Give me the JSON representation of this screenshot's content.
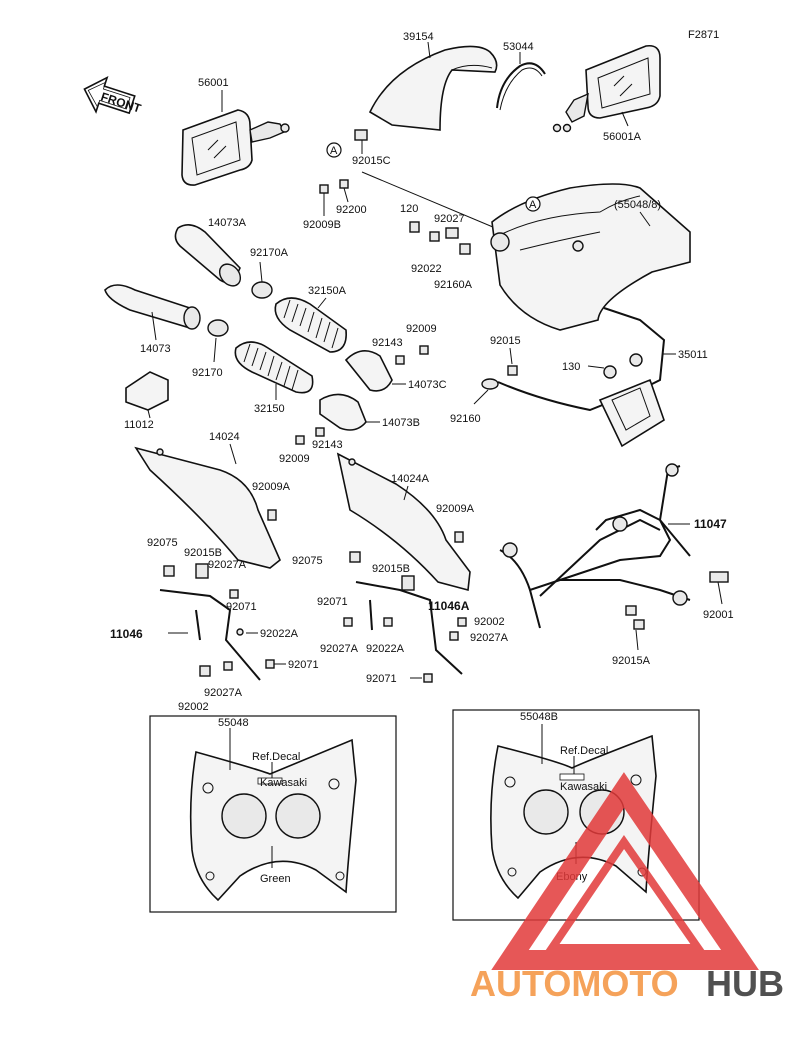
{
  "figure_code": "F2871",
  "front_label": "FRONT",
  "ref_circle": "A",
  "parts": {
    "p39154": "39154",
    "p53044": "53044",
    "p56001": "56001",
    "p56001A": "56001A",
    "p92015C": "92015C",
    "p92200": "92200",
    "p92009B": "92009B",
    "p120": "120",
    "p92027": "92027",
    "p55048_8": "(55048/8)",
    "p92022": "92022",
    "p92160A": "92160A",
    "p14073A": "14073A",
    "p92170A": "92170A",
    "p32150A": "32150A",
    "p14073": "14073",
    "p92170": "92170",
    "p32150": "32150",
    "p92009a": "92009",
    "p92143a": "92143",
    "p92015": "92015",
    "p14073C": "14073C",
    "p130": "130",
    "p35011": "35011",
    "p11012": "11012",
    "p92160": "92160",
    "p14073B": "14073B",
    "p14024": "14024",
    "p92143b": "92143",
    "p92009b": "92009",
    "p14024A": "14024A",
    "p92009A_l": "92009A",
    "p92009A_r": "92009A",
    "p11047": "11047",
    "p92075_l": "92075",
    "p92015B_l": "92015B",
    "p92027A_l": "92027A",
    "p92075_r": "92075",
    "p92015B_r": "92015B",
    "p92071_a": "92071",
    "p11046A": "11046A",
    "p92071_b": "92071",
    "p92002_r": "92002",
    "p92001": "92001",
    "p11046": "11046",
    "p92022A_l": "92022A",
    "p92027A_m": "92027A",
    "p92022A_r": "92022A",
    "p92027A_r": "92027A",
    "p92015A": "92015A",
    "p92071_c": "92071",
    "p92027A_b": "92027A",
    "p92071_d": "92071",
    "p92002_l": "92002"
  },
  "boxes": {
    "left": {
      "part": "55048",
      "decal": "Ref.Decal",
      "color": "Green",
      "logo": "Kawasaki"
    },
    "right": {
      "part": "55048B",
      "decal": "Ref.Decal",
      "color": "Ebony",
      "logo": "Kawasaki"
    }
  },
  "watermark": {
    "part1": "AUTOMOTO",
    "part2": "HUB",
    "color1": "#f5a25a",
    "color2": "#505050",
    "triangle_color": "#e23a3a"
  }
}
